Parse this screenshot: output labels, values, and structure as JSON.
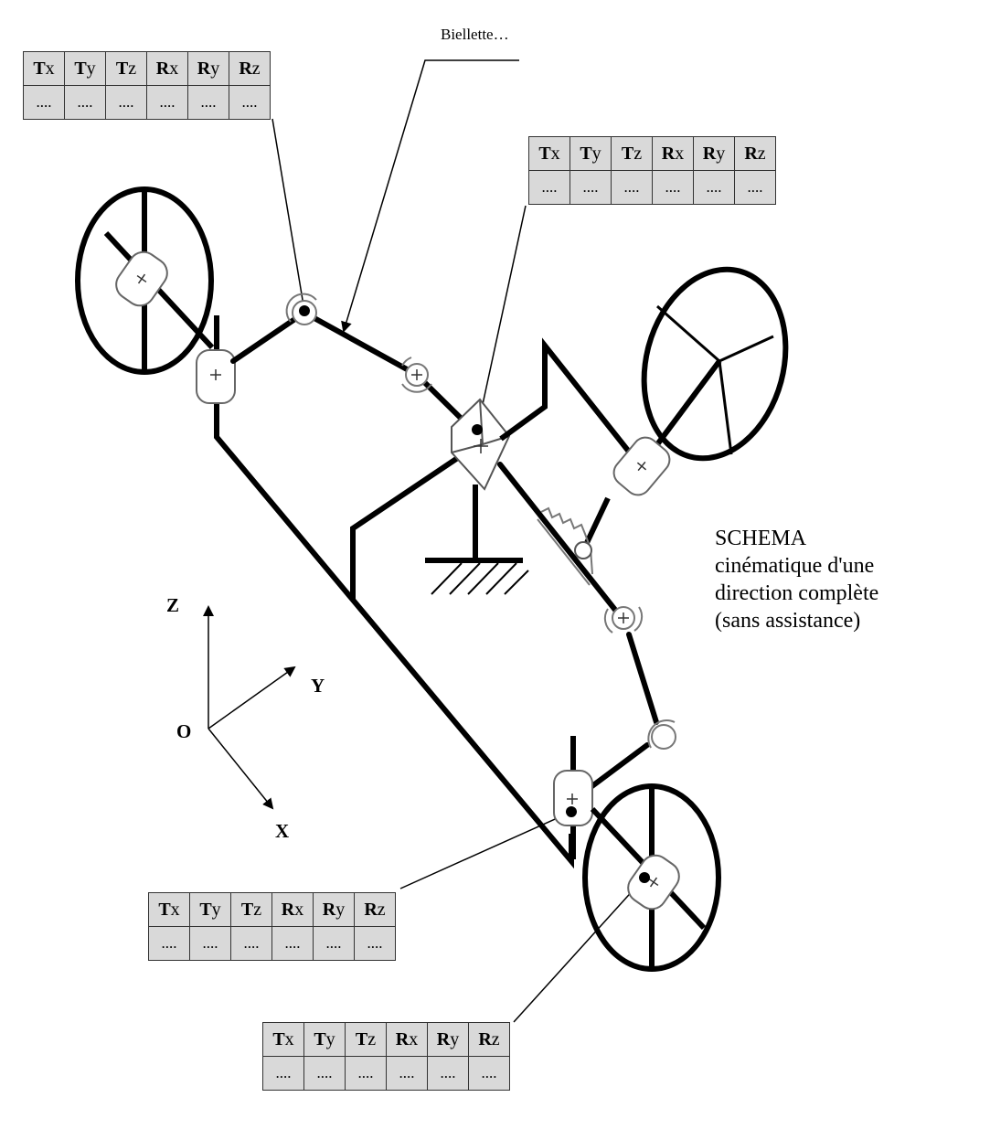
{
  "annotation": {
    "biellette": "Biellette…"
  },
  "title_lines": [
    "SCHEMA",
    "cinématique d'une",
    "direction complète",
    "(sans assistance)"
  ],
  "axes": {
    "z": "Z",
    "y": "Y",
    "o": "O",
    "x": "X"
  },
  "dof_tables": [
    {
      "headers": [
        {
          "b": "T",
          "s": "x"
        },
        {
          "b": "T",
          "s": "y"
        },
        {
          "b": "T",
          "s": "z"
        },
        {
          "b": "R",
          "s": "x"
        },
        {
          "b": "R",
          "s": "y"
        },
        {
          "b": "R",
          "s": "z"
        }
      ],
      "values": [
        "....",
        "....",
        "....",
        "....",
        "....",
        "...."
      ]
    },
    {
      "headers": [
        {
          "b": "T",
          "s": "x"
        },
        {
          "b": "T",
          "s": "y"
        },
        {
          "b": "T",
          "s": "z"
        },
        {
          "b": "R",
          "s": "x"
        },
        {
          "b": "R",
          "s": "y"
        },
        {
          "b": "R",
          "s": "z"
        }
      ],
      "values": [
        "....",
        "....",
        "....",
        "....",
        "....",
        "...."
      ]
    },
    {
      "headers": [
        {
          "b": "T",
          "s": "x"
        },
        {
          "b": "T",
          "s": "y"
        },
        {
          "b": "T",
          "s": "z"
        },
        {
          "b": "R",
          "s": "x"
        },
        {
          "b": "R",
          "s": "y"
        },
        {
          "b": "R",
          "s": "z"
        }
      ],
      "values": [
        "....",
        "....",
        "....",
        "....",
        "....",
        "...."
      ]
    },
    {
      "headers": [
        {
          "b": "T",
          "s": "x"
        },
        {
          "b": "T",
          "s": "y"
        },
        {
          "b": "T",
          "s": "z"
        },
        {
          "b": "R",
          "s": "x"
        },
        {
          "b": "R",
          "s": "y"
        },
        {
          "b": "R",
          "s": "z"
        }
      ],
      "values": [
        "....",
        "....",
        "....",
        "....",
        "....",
        "...."
      ]
    }
  ],
  "colors": {
    "line": "#000000",
    "cell": "#d9d9d9",
    "joint": "#888888"
  }
}
